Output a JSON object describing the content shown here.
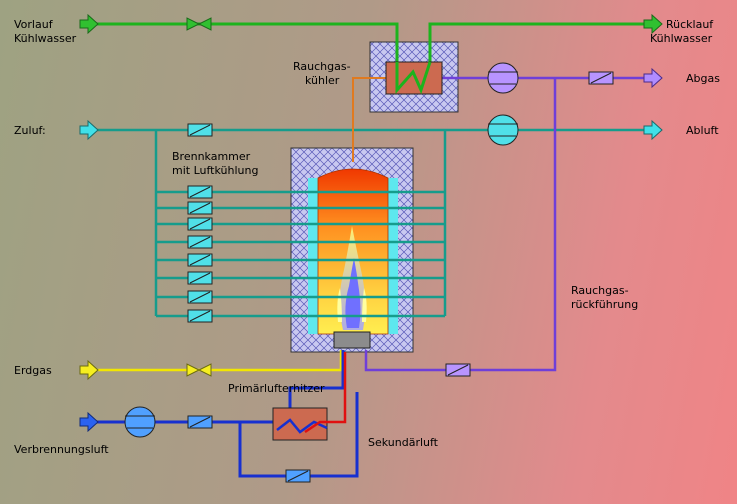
{
  "labels": {
    "vorlauf_1": "Vorlauf",
    "vorlauf_2": "Kühlwasser",
    "ruecklauf_1": "Rücklauf",
    "ruecklauf_2": "Kühlwasser",
    "rauchgaskuehler_1": "Rauchgas-",
    "rauchgaskuehler_2": "kühler",
    "abgas": "Abgas",
    "zuluft": "Zuluf:",
    "abluft": "Abluft",
    "brennkammer_1": "Brennkammer",
    "brennkammer_2": "mit Luftkühlung",
    "rauchgasrueck_1": "Rauchgas-",
    "rauchgasrueck_2": "rückführung",
    "erdgas": "Erdgas",
    "primaer": "Primärlufterhitzer",
    "sekundaer": "Sekundärluft",
    "verbrennungsluft": "Verbrennungsluft"
  },
  "colors": {
    "cooling_water": "#1db31d",
    "air": "#169c8c",
    "flue_gas": "#6f3fd8",
    "natural_gas": "#f2e600",
    "combustion_air": "#1730d0",
    "hot_air": "#e01010",
    "flue_link": "#e07a20",
    "arrow_cyan": "#40e0e8",
    "arrow_purple": "#b08cff",
    "arrow_yellow": "#f6ee20",
    "arrow_blue": "#2a62f0",
    "arrow_green": "#30c030",
    "insulation": "#c8c8f0"
  }
}
